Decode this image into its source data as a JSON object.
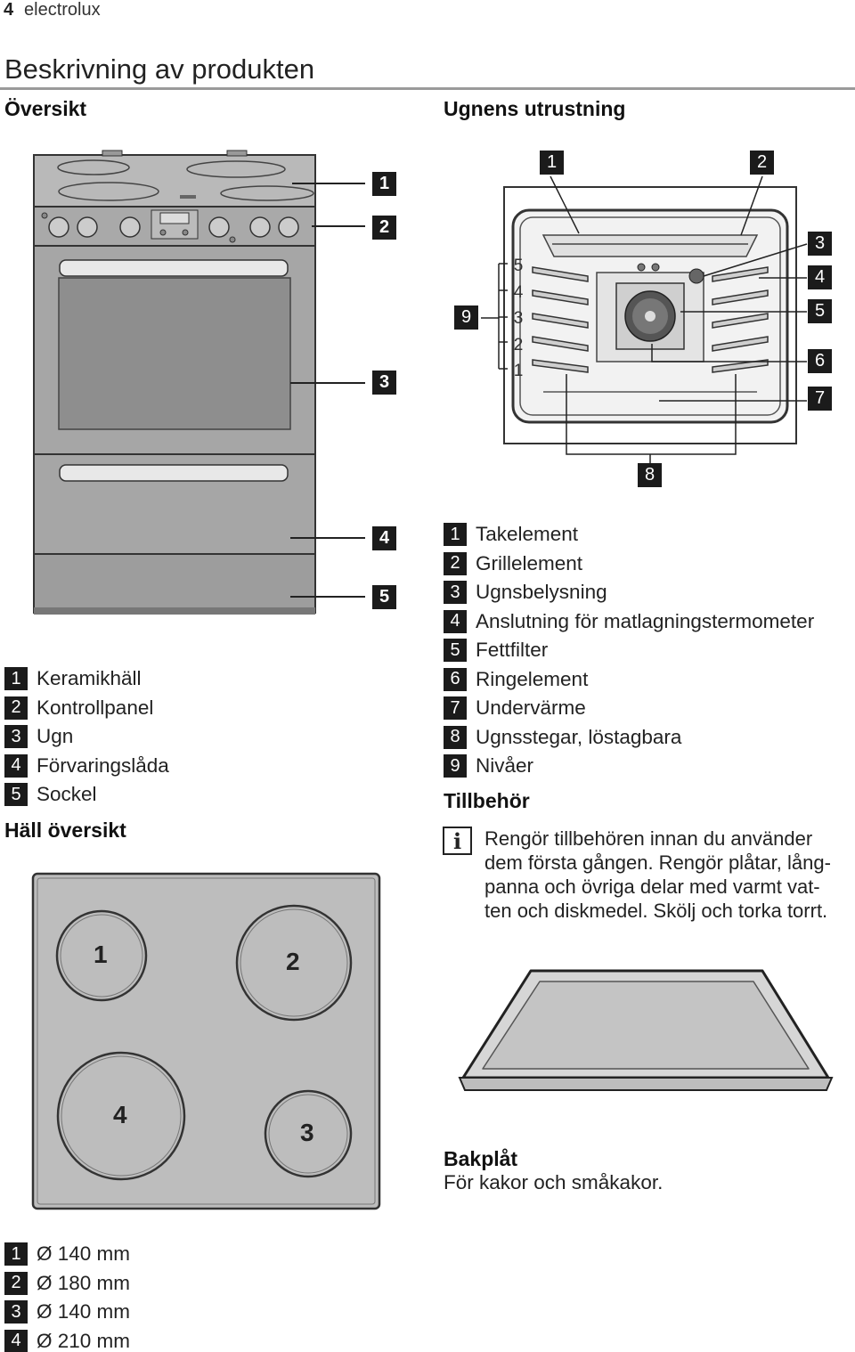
{
  "header": {
    "page_number": "4",
    "brand": "electrolux"
  },
  "title": "Beskrivning av produkten",
  "overview": {
    "heading": "Översikt",
    "callouts": [
      "1",
      "2",
      "3",
      "4",
      "5"
    ],
    "legend": [
      {
        "num": "1",
        "label": "Keramikhäll"
      },
      {
        "num": "2",
        "label": "Kontrollpanel"
      },
      {
        "num": "3",
        "label": "Ugn"
      },
      {
        "num": "4",
        "label": "Förvaringslåda"
      },
      {
        "num": "5",
        "label": "Sockel"
      }
    ]
  },
  "oven": {
    "heading": "Ugnens utrustning",
    "callouts": [
      "1",
      "2",
      "3",
      "4",
      "5",
      "6",
      "7",
      "8",
      "9"
    ],
    "levels": [
      "5",
      "4",
      "3",
      "2",
      "1"
    ],
    "legend": [
      {
        "num": "1",
        "label": "Takelement"
      },
      {
        "num": "2",
        "label": "Grillelement"
      },
      {
        "num": "3",
        "label": "Ugnsbelysning"
      },
      {
        "num": "4",
        "label": "Anslutning för matlagningstermometer"
      },
      {
        "num": "5",
        "label": "Fettfilter"
      },
      {
        "num": "6",
        "label": "Ringelement"
      },
      {
        "num": "7",
        "label": "Undervärme"
      },
      {
        "num": "8",
        "label": "Ugnsstegar, löstagbara"
      },
      {
        "num": "9",
        "label": "Nivåer"
      }
    ]
  },
  "hob": {
    "heading": "Häll översikt",
    "zone_labels": [
      "1",
      "2",
      "4",
      "3"
    ],
    "legend": [
      {
        "num": "1",
        "label": "Ø 140 mm"
      },
      {
        "num": "2",
        "label": "Ø 180 mm"
      },
      {
        "num": "3",
        "label": "Ø 140 mm"
      },
      {
        "num": "4",
        "label": "Ø 210 mm"
      }
    ]
  },
  "accessories": {
    "heading": "Tillbehör",
    "note_lines": [
      "Rengör tillbehören innan du använder",
      "dem första gången. Rengör plåtar, lång-",
      "panna och övriga delar med varmt vat-",
      "ten och diskmedel. Skölj och torka torrt."
    ],
    "item_title": "Bakplåt",
    "item_desc": "För kakor och småkakor."
  },
  "icons": {
    "info": "info-icon"
  }
}
